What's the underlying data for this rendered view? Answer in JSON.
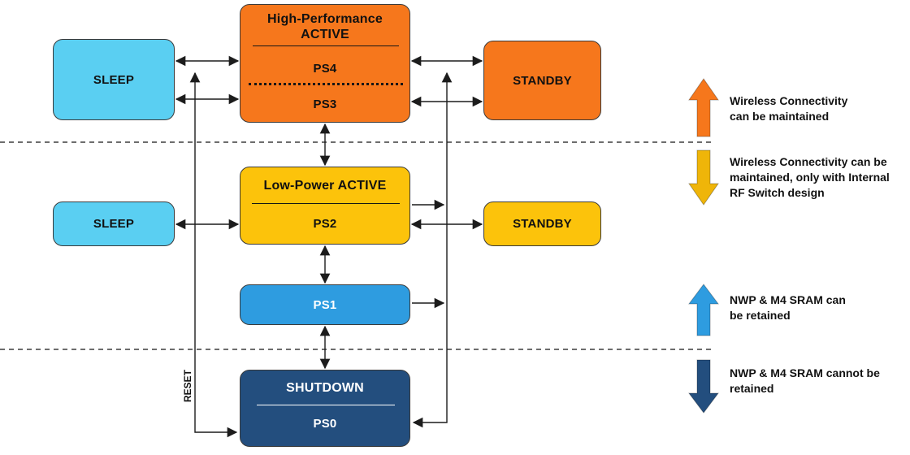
{
  "states": {
    "hp_active": {
      "title_lines": [
        "High-Performance",
        "ACTIVE"
      ],
      "ps_top": "PS4",
      "ps_bottom": "PS3",
      "color": "#F6771C"
    },
    "sleep_hp": {
      "label": "SLEEP",
      "color": "#5ACFF2"
    },
    "standby_hp": {
      "label": "STANDBY",
      "color": "#F6771C"
    },
    "lp_active": {
      "title": "Low-Power ACTIVE",
      "ps": "PS2",
      "color": "#FCC30B"
    },
    "sleep_lp": {
      "label": "SLEEP",
      "color": "#5ACFF2"
    },
    "standby_lp": {
      "label": "STANDBY",
      "color": "#FCC30B"
    },
    "ps1": {
      "label": "PS1",
      "color": "#2E9CE0"
    },
    "shutdown": {
      "title": "SHUTDOWN",
      "ps": "PS0",
      "color": "#234E7E"
    }
  },
  "reset_label": "RESET",
  "legend": {
    "items": [
      {
        "direction": "up",
        "color": "#F6771C",
        "lines": [
          "Wireless Connectivity",
          "can be maintained"
        ]
      },
      {
        "direction": "down",
        "color": "#EFB509",
        "lines": [
          "Wireless Connectivity can be",
          "maintained, only with Internal",
          "RF Switch design"
        ]
      },
      {
        "direction": "up",
        "color": "#2E9CE0",
        "lines": [
          "NWP & M4 SRAM can",
          "be retained"
        ]
      },
      {
        "direction": "down",
        "color": "#234E7E",
        "lines": [
          "NWP & M4 SRAM cannot be",
          "retained"
        ]
      }
    ]
  }
}
